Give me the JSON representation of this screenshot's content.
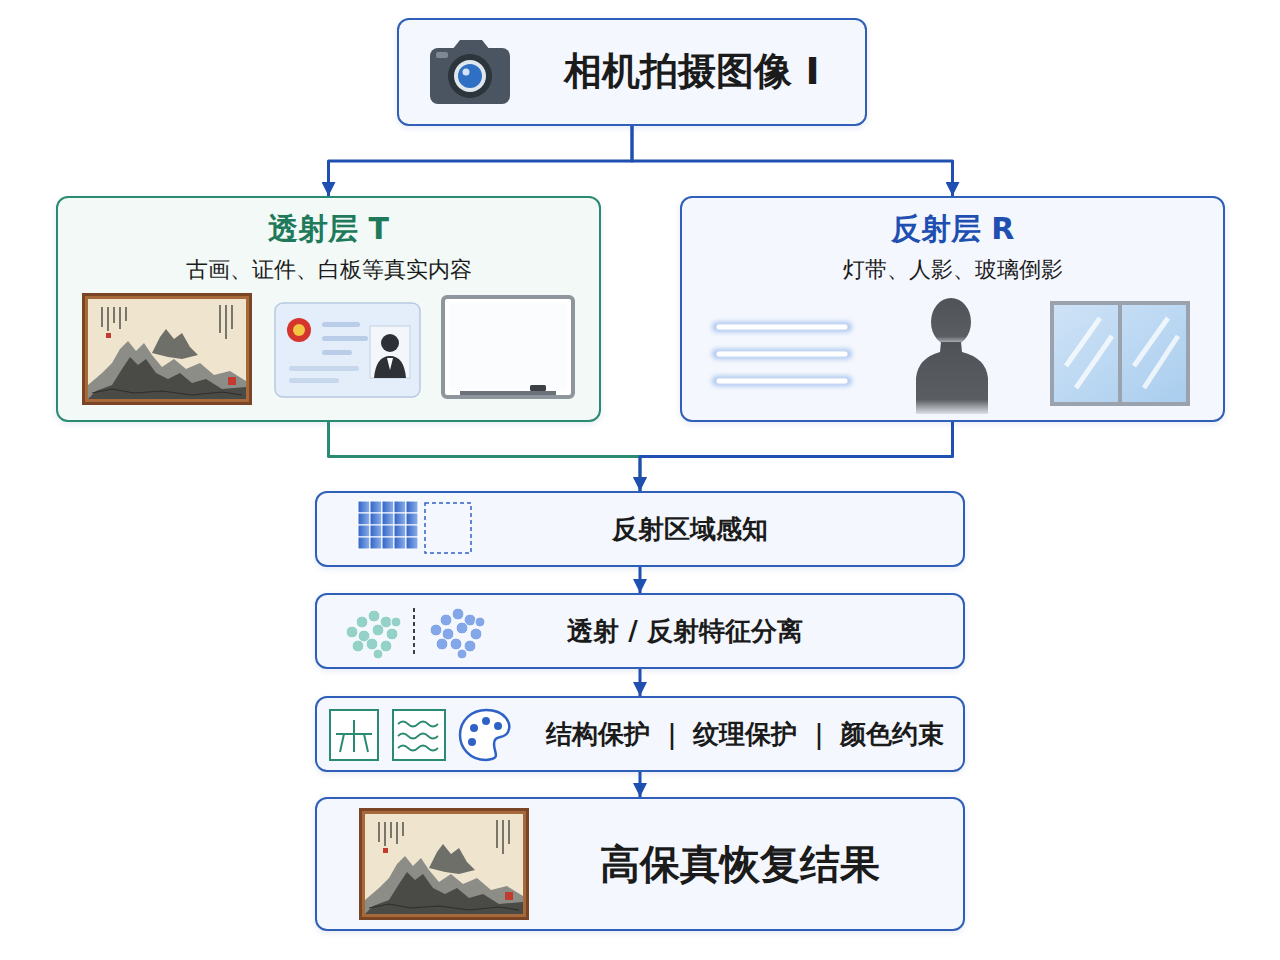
{
  "diagram": {
    "nodes": [
      {
        "text": [
          "相机拍摄图像 I"
        ]
      },
      {
        "text": [
          "透射层 T",
          "古画、证件、白板等真实内容"
        ]
      },
      {
        "text": [
          "反射层 R",
          "灯带、人影、玻璃倒影"
        ]
      },
      {
        "text": [
          "反射区域感知"
        ]
      },
      {
        "text": [
          "透射 / 反射特征分离"
        ]
      },
      {
        "text": [
          "结构保护 ｜ 纹理保护 ｜ 颜色约束"
        ]
      },
      {
        "text": [
          "高保真恢复结果"
        ]
      }
    ],
    "edges": [
      {
        "from": 0,
        "to": 1,
        "arrow": "to"
      },
      {
        "from": 0,
        "to": 2,
        "arrow": "to"
      },
      {
        "from": 1,
        "to": 3,
        "arrow": "to"
      },
      {
        "from": 2,
        "to": 3,
        "arrow": "to"
      },
      {
        "from": 3,
        "to": 4,
        "arrow": "to"
      },
      {
        "from": 4,
        "to": 5,
        "arrow": "to"
      },
      {
        "from": 5,
        "to": 6,
        "arrow": "to"
      }
    ]
  }
}
